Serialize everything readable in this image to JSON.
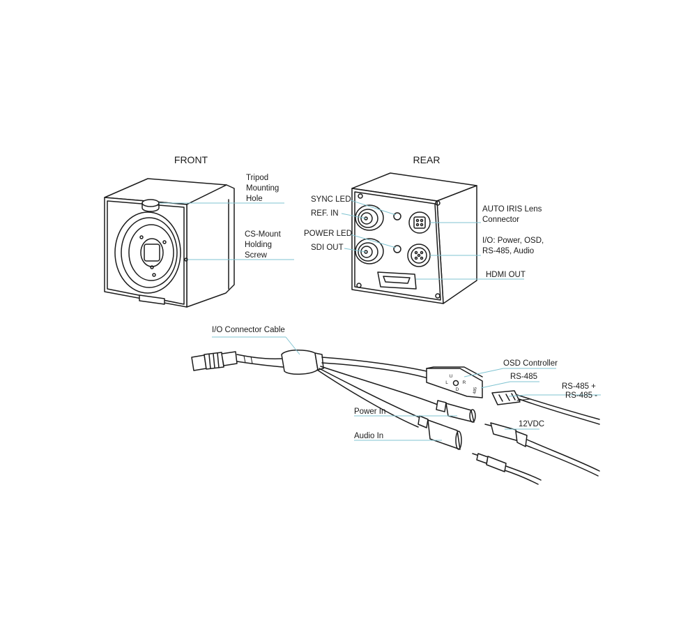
{
  "views": {
    "front_title": "FRONT",
    "rear_title": "REAR"
  },
  "front_labels": {
    "tripod": [
      "Tripod",
      "Mounting",
      "Hole"
    ],
    "csmount": [
      "CS-Mount",
      "Holding",
      "Screw"
    ]
  },
  "rear_labels": {
    "sync_led": "SYNC LED",
    "ref_in": "REF. IN",
    "power_led": "POWER LED",
    "sdi_out": "SDI OUT",
    "auto_iris": [
      "AUTO IRIS Lens",
      "Connector"
    ],
    "io": [
      "I/O: Power, OSD,",
      "RS-485, Audio"
    ],
    "hdmi_out": "HDMI OUT"
  },
  "cable_labels": {
    "io_cable": "I/O Connector Cable",
    "osd_controller": "OSD Controller",
    "rs485": "RS-485",
    "rs485_plus": "RS-485 +",
    "rs485_minus": "RS-485 -",
    "power_in": "Power In",
    "twelve_vdc": "12VDC",
    "audio_in": "Audio In"
  },
  "osd_button_letters": [
    "U",
    "L",
    "R",
    "D"
  ],
  "osd_badge": "485",
  "colors": {
    "ink": "#1c1c1c",
    "leader": "#7fc3d1",
    "background": "#ffffff"
  }
}
